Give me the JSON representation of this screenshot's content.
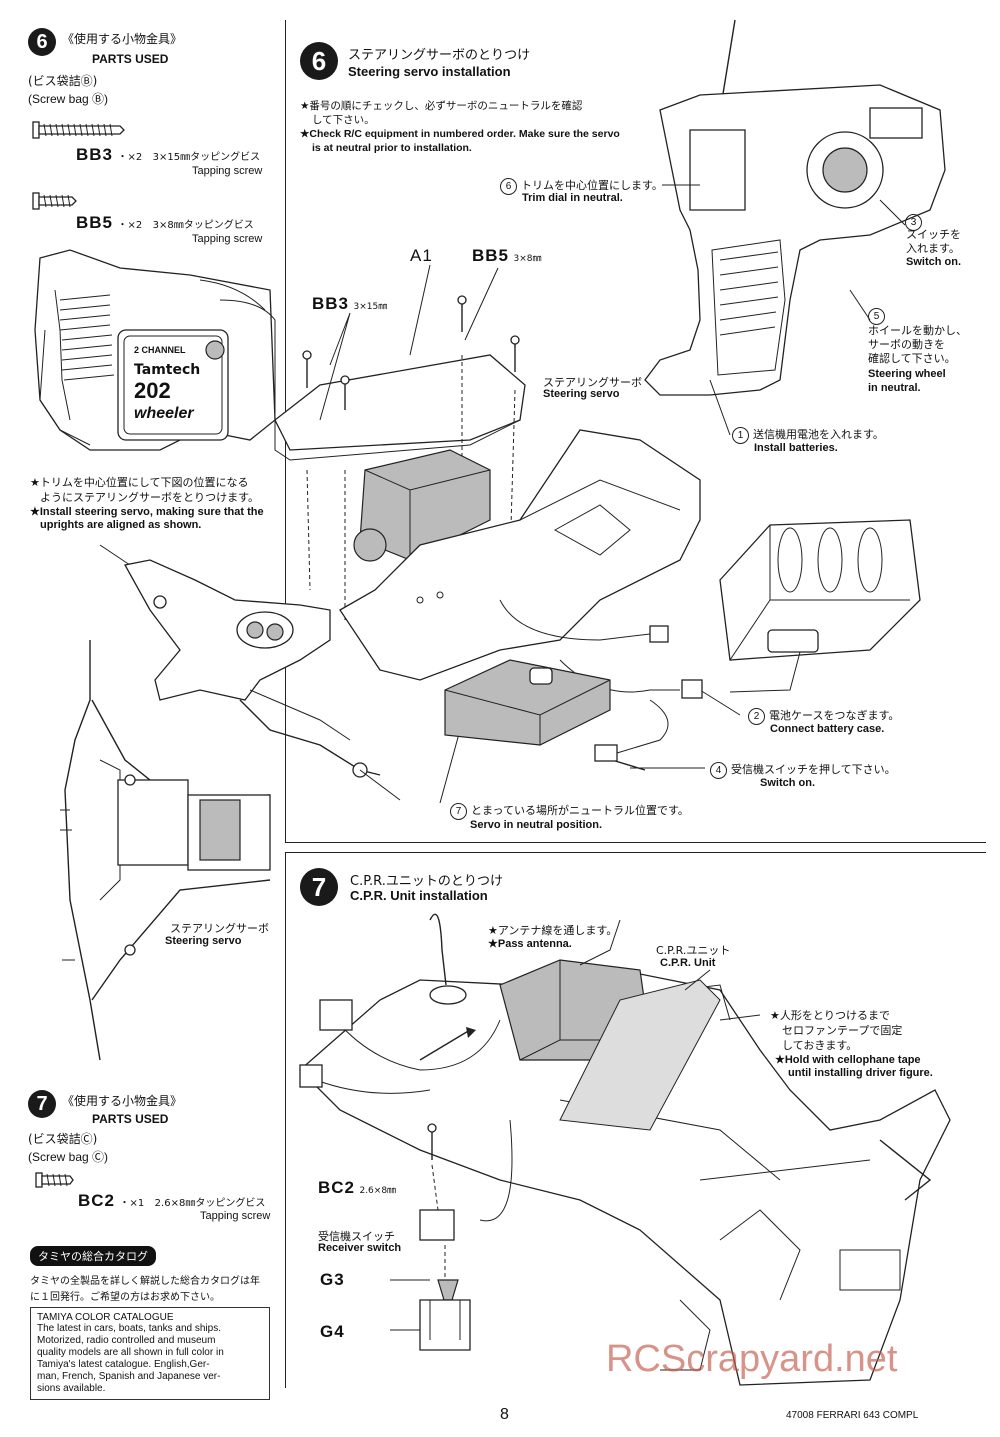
{
  "left": {
    "step6": {
      "num": "6",
      "title_jp": "《使用する小物金具》",
      "title_en": "PARTS USED",
      "bag_jp": "(ビス袋詰Ⓑ)",
      "bag_en": "(Screw bag Ⓑ)",
      "parts": [
        {
          "code": "BB3",
          "qty": "・×2",
          "size_jp": "3×15㎜タッピングビス",
          "name_en": "Tapping screw"
        },
        {
          "code": "BB5",
          "qty": "・×2",
          "size_jp": "3×8㎜タッピングビス",
          "name_en": "Tapping screw"
        }
      ]
    },
    "transmitter_labels": {
      "brand": "Tamtech",
      "model": "202",
      "sub": "wheeler",
      "channel": "2 CHANNEL"
    },
    "note_jp_1": "★トリムを中心位置にして下図の位置になる",
    "note_jp_2": "ようにステアリングサーボをとりつけます。",
    "note_en_1": "★Install steering servo, making sure that the",
    "note_en_2": "uprights are aligned as shown.",
    "servo_label_jp": "ステアリングサーボ",
    "servo_label_en": "Steering servo",
    "step7": {
      "num": "7",
      "title_jp": "《使用する小物金具》",
      "title_en": "PARTS USED",
      "bag_jp": "(ビス袋詰Ⓒ)",
      "bag_en": "(Screw bag Ⓒ)",
      "parts": [
        {
          "code": "BC2",
          "qty": "・×1",
          "size_jp": "2.6×8㎜タッピングビス",
          "name_en": "Tapping screw"
        }
      ]
    },
    "catalog": {
      "title_jp": "タミヤの総合カタログ",
      "text_jp_1": "タミヤの全製品を詳しく解説した総合カタログは年",
      "text_jp_2": "に１回発行。ご希望の方はお求め下さい。",
      "title_en": "TAMIYA COLOR CATALOGUE",
      "lines_en": [
        "The latest in cars, boats, tanks and ships.",
        "Motorized, radio controlled and museum",
        "quality models are all shown in full color in",
        "Tamiya's latest catalogue. English,Ger-",
        "man, French, Spanish and Japanese ver-",
        "sions available."
      ]
    }
  },
  "step6": {
    "num": "6",
    "title_jp": "ステアリングサーボのとりつけ",
    "title_en": "Steering servo installation",
    "note_jp_1": "★番号の順にチェックし、必ずサーボのニュートラルを確認",
    "note_jp_2": "して下さい。",
    "note_en_1": "★Check R/C equipment in numbered order. Make sure the servo",
    "note_en_2": "is at neutral prior to installation.",
    "part_a1": "A1",
    "bb5": "BB5",
    "bb5_size": "3×8㎜",
    "bb3": "BB3",
    "bb3_size": "3×15㎜",
    "servo_jp": "ステアリングサーボ",
    "servo_en": "Steering servo",
    "checks": [
      {
        "n": "6",
        "jp": "トリムを中心位置にします。",
        "en": "Trim dial in neutral."
      },
      {
        "n": "3",
        "jp": "スイッチを入れます。",
        "en": "Switch on."
      },
      {
        "n": "5",
        "jp": "ホイールを動かし、サーボの動きを確認して下さい。",
        "en": "Steering wheel in neutral."
      },
      {
        "n": "1",
        "jp": "送信機用電池を入れます。",
        "en": "Install batteries."
      },
      {
        "n": "2",
        "jp": "電池ケースをつなぎます。",
        "en": "Connect battery case."
      },
      {
        "n": "4",
        "jp": "受信機スイッチを押して下さい。",
        "en": "Switch on."
      },
      {
        "n": "7",
        "jp": "とまっている場所がニュートラル位置です。",
        "en": "Servo in neutral position."
      }
    ],
    "switch_jp_a": "スイッチを",
    "switch_jp_b": "入れます。",
    "wheel_jp_a": "ホイールを動かし、",
    "wheel_jp_b": "サーボの動きを",
    "wheel_jp_c": "確認して下さい。",
    "wheel_en_a": "Steering wheel",
    "wheel_en_b": "in neutral."
  },
  "step7": {
    "num": "7",
    "title_jp": "C.P.R.ユニットのとりつけ",
    "title_en": "C.P.R. Unit installation",
    "antenna_jp": "★アンテナ線を通します。",
    "antenna_en": "★Pass antenna.",
    "cpr_jp": "C.P.R.ユニット",
    "cpr_en": "C.P.R. Unit",
    "tape_jp_1": "★人形をとりつけるまで",
    "tape_jp_2": "セロファンテープで固定",
    "tape_jp_3": "しておきます。",
    "tape_en_1": "★Hold with cellophane tape",
    "tape_en_2": "until installing driver figure.",
    "bc2": "BC2",
    "bc2_size": "2.6×8㎜",
    "recv_jp": "受信機スイッチ",
    "recv_en": "Receiver switch",
    "g3": "G3",
    "g4": "G4"
  },
  "footer": {
    "page": "8",
    "code": "47008 FERRARI 643 COMPL",
    "watermark": "RCScrapyard.net"
  }
}
